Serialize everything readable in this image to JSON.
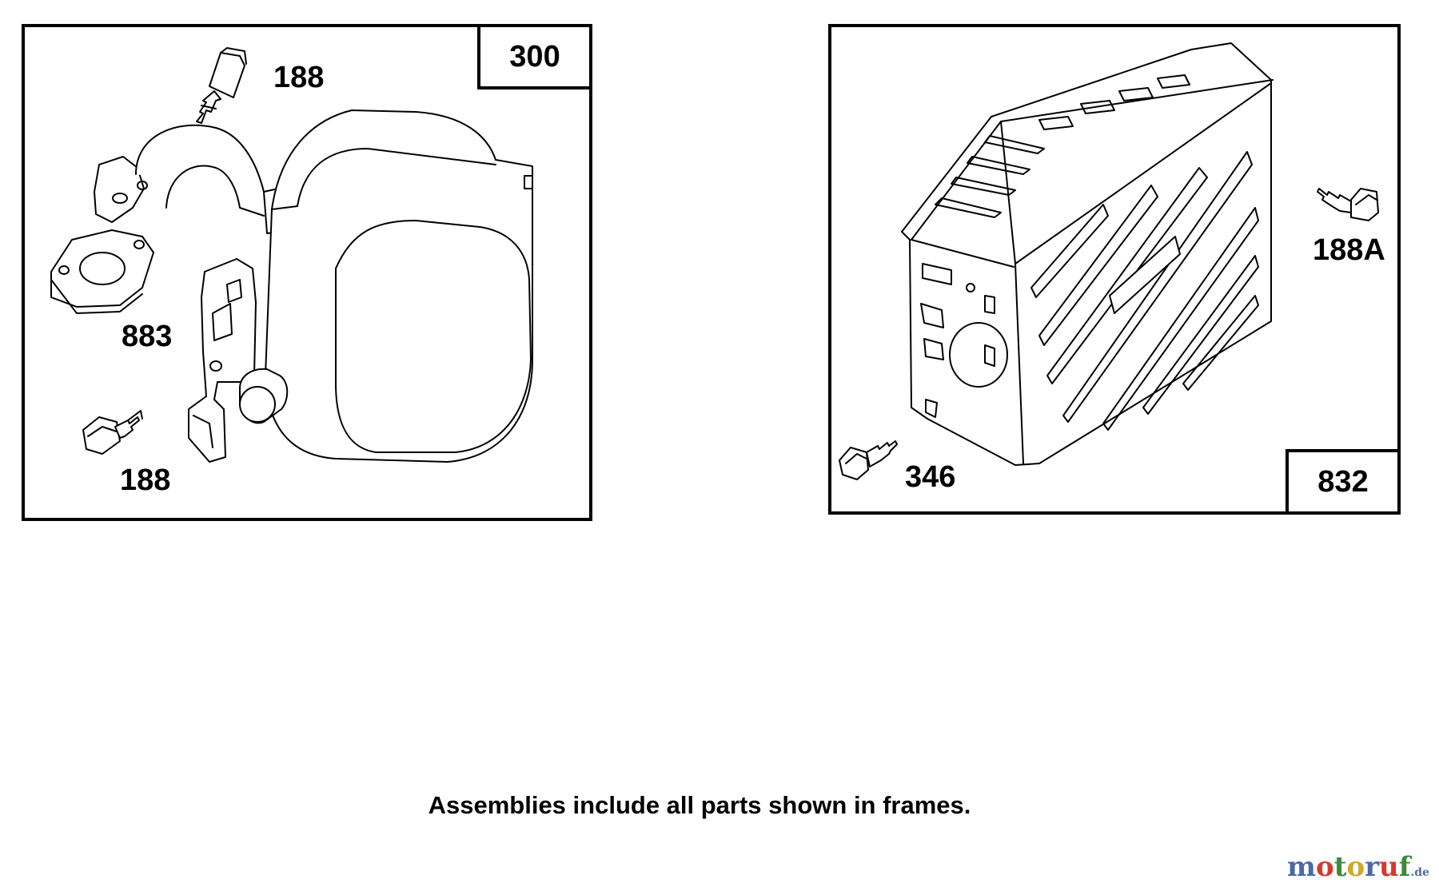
{
  "frames": [
    {
      "assembly_number": "300"
    },
    {
      "assembly_number": "832"
    }
  ],
  "callouts": {
    "bolt_top_left": "188",
    "gasket": "883",
    "bolt_bottom_left": "188",
    "bolt_right": "188A",
    "screw_heat_shield": "346"
  },
  "footer_note": "Assemblies include all parts shown in frames.",
  "watermark": {
    "text": "motoruf",
    "suffix": ".de"
  },
  "colors": {
    "line": "#000000",
    "background": "#ffffff",
    "watermark_letters": [
      "#4a6aa5",
      "#d33a2c",
      "#3d8a3d",
      "#d3a52c",
      "#4a6aa5",
      "#d33a2c",
      "#3d8a3d"
    ]
  }
}
